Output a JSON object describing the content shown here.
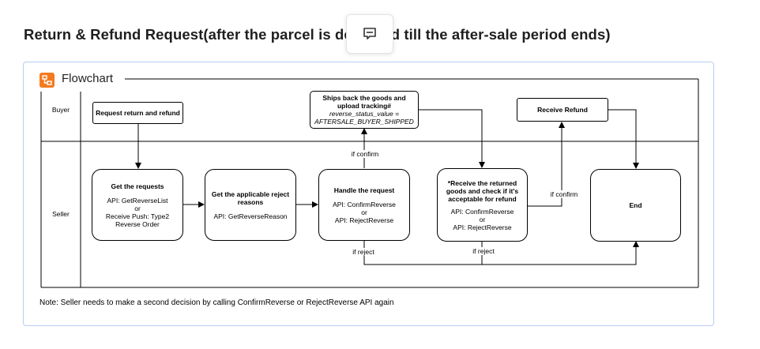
{
  "page": {
    "title": "Return & Refund Request(after the parcel is delivered till the after-sale period ends)"
  },
  "comment_button": {
    "icon": "comment-icon"
  },
  "flowchart": {
    "label": "Flowchart",
    "icon": "flowchart-icon",
    "accent_color": "#f47a1f",
    "lanes": {
      "buyer": "Buyer",
      "seller": "Seller"
    },
    "nodes": {
      "request": {
        "title": "Request return and refund"
      },
      "ships_back": {
        "title": "Ships back the goods and upload tracking#",
        "detail": "reverse_status_value = AFTERSALE_BUYER_SHIPPED"
      },
      "receive_refund": {
        "title": "Receive Refund"
      },
      "get_requests": {
        "title": "Get the requests",
        "api": "API: GetReverseList",
        "or": "or",
        "push": "Receive Push: Type2 Reverse Order"
      },
      "get_reasons": {
        "title": "Get the applicable reject reasons",
        "api": "API: GetReverseReason"
      },
      "handle": {
        "title": "Handle the request",
        "api1": "API: ConfirmReverse",
        "or": "or",
        "api2": "API: RejectReverse"
      },
      "receive_returned": {
        "title": "*Receive the returned goods and check if it's acceptable for refund",
        "api1": "API: ConfirmReverse",
        "or": "or",
        "api2": "API: RejectReverse"
      },
      "end": {
        "title": "End"
      }
    },
    "edge_labels": {
      "confirm_1": "if confirm",
      "confirm_2": "if confirm",
      "reject_1": "if reject",
      "reject_2": "if reject"
    },
    "note": "Note: Seller needs to make a second decision by calling ConfirmReverse or RejectReverse API again"
  }
}
